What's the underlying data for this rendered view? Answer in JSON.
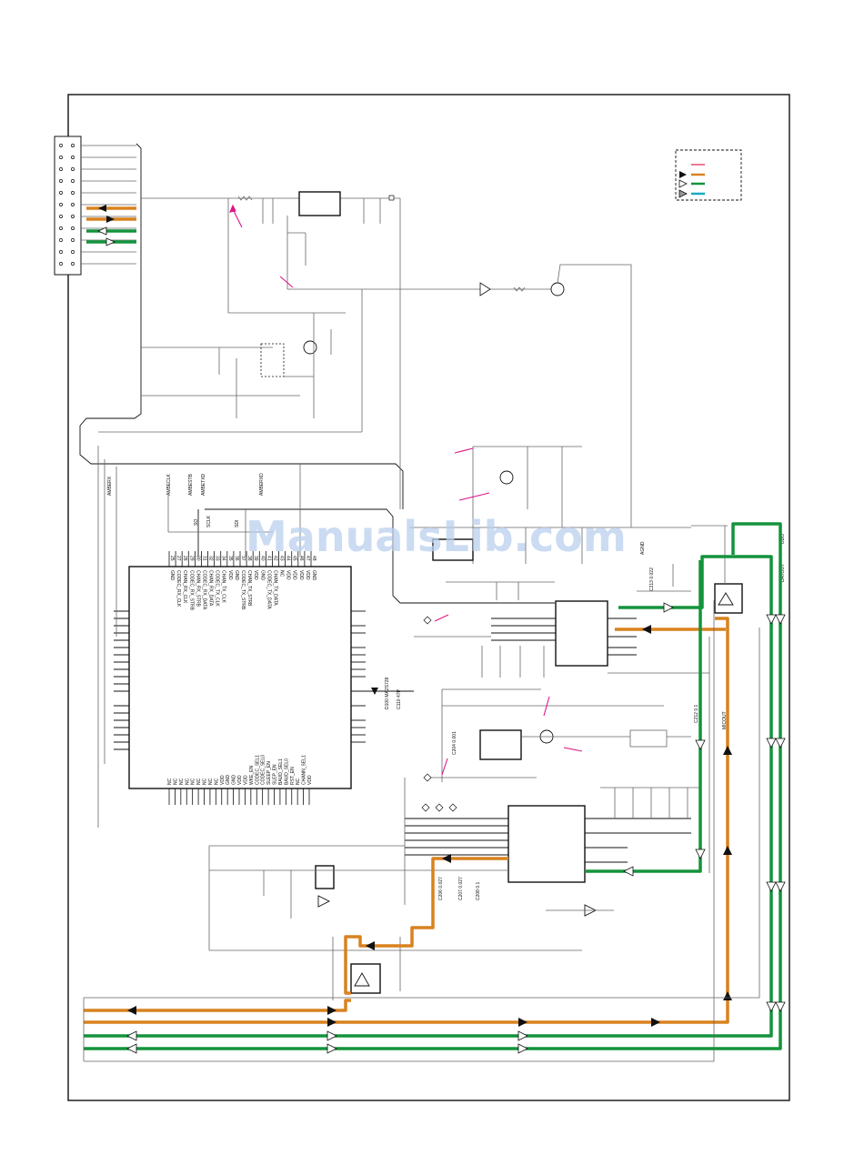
{
  "watermark": "ManualsLib.com",
  "colors": {
    "background": "#ffffff",
    "line": "#111111",
    "wire": "#666666",
    "orange_path": "#d9821f",
    "green_path": "#14933c",
    "cyan_path": "#1ba7c0",
    "red_marker": "#e01f4d",
    "magenta_arrow": "#e0168a",
    "watermark": "#b9cfee"
  },
  "main_ic_pins_top": [
    "GND",
    "CODEC_RX_CLK",
    "CHAN_RX_CLK",
    "CODEC_RX_STRB",
    "CHAN_RX_STRB",
    "CODEC_RX_DATA",
    "CHAN_RX_DATA",
    "CODEC_TX_CLK",
    "CHAN_TX_CLK",
    "VDD",
    "GND",
    "CODEC_TX_STRB",
    "CHAN_TX_STRB",
    "VDD",
    "GND",
    "CODEC_TX_DATA",
    "CHAN_TX_DATA",
    "NC",
    "VDD",
    "VDD",
    "VDD",
    "VDD",
    "GND"
  ],
  "main_ic_pin_numbers_top": [
    "25",
    "27",
    "28",
    "29",
    "30",
    "31",
    "32",
    "33",
    "34",
    "35",
    "36",
    "37",
    "38",
    "39",
    "40",
    "41",
    "42",
    "43",
    "44",
    "45",
    "46",
    "47",
    "48"
  ],
  "main_ic_pins_bottom": [
    "NC",
    "NC",
    "NC",
    "NC",
    "NC",
    "NC",
    "NC",
    "NC",
    "NC",
    "VDD",
    "GND",
    "GND",
    "VDD",
    "VDD",
    "WKE_EN",
    "CODEC_SEL1",
    "CODEC_SEL0",
    "SLEEP_EN",
    "SLEP_EN",
    "BAUD_SEL1",
    "BAUD_SEL0",
    "RST_EN",
    "NC",
    "CHANN_SEL1",
    "VDD"
  ],
  "signal_labels": {
    "ambe_rx": "AMBERX",
    "ambe_clk": "AMBECLK",
    "ambe_stb": "AMBESTB",
    "ambe_txd": "AMBETXD",
    "ambe_rxd2": "AMBERXD",
    "sclk": "SCLK",
    "sdi": "SDI",
    "sdo": "SO",
    "agnd": "AGND",
    "datout": "DATOUT",
    "micout": "MICOUT",
    "udo": "UDO"
  },
  "component_labels": {
    "c110": "C110 47P",
    "d100": "D100 MA2S728",
    "c213": "C213 0.022",
    "c212": "C212 0.1",
    "c204": "C204 0.001",
    "c206": "C206 0.027",
    "c207": "C207 0.027",
    "c208": "C208 0.1"
  },
  "legend_entries": [
    {
      "symbol": "red-line"
    },
    {
      "symbol": "black-arrow-orange-line"
    },
    {
      "symbol": "white-arrow-green-line"
    },
    {
      "symbol": "grey-arrow-cyan-line"
    }
  ]
}
